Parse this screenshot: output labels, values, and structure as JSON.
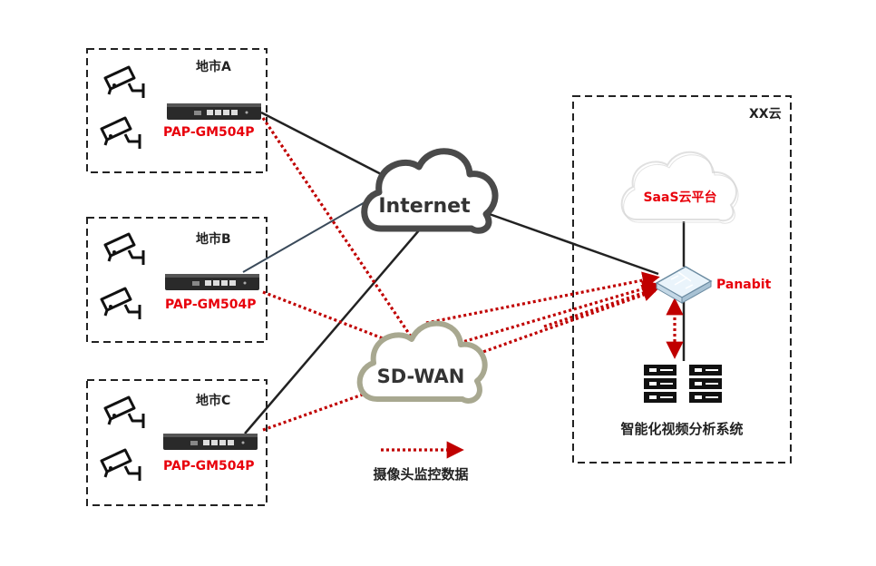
{
  "sites": [
    {
      "name": "地市A",
      "device": "PAP-GM504P"
    },
    {
      "name": "地市B",
      "device": "PAP-GM504P"
    },
    {
      "name": "地市C",
      "device": "PAP-GM504P"
    }
  ],
  "clouds": {
    "internet": "Internet",
    "sdwan": "SD-WAN",
    "saas": "SaaS云平台"
  },
  "xx_cloud": {
    "title": "XX云",
    "gateway": "Panabit",
    "system": "智能化视频分析系统"
  },
  "legend": {
    "label": "摄像头监控数据"
  },
  "colors": {
    "device_label": "#e8000b",
    "data_line": "#c00000",
    "link": "#222222",
    "link_b": "#3a4a5a",
    "sdwan_cloud": "#a8a890",
    "internet_cloud": "#4a4a4a",
    "saas_cloud": "#d8d8d8"
  }
}
